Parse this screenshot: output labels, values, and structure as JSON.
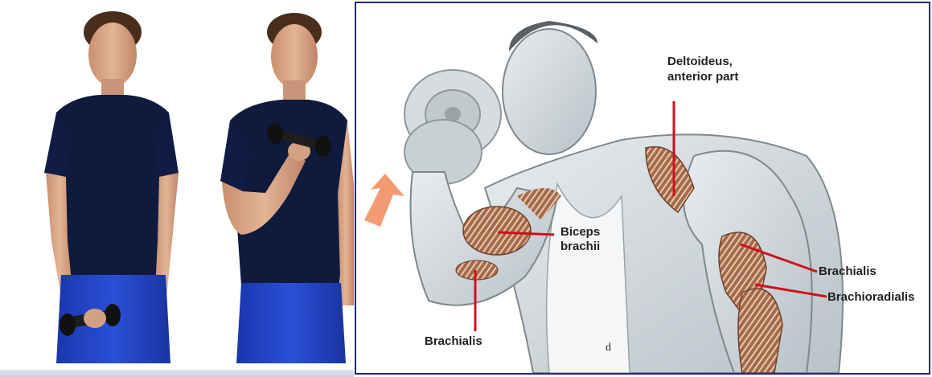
{
  "labels": {
    "deltoideus_line1": "Deltoideus,",
    "deltoideus_line2": "anterior part",
    "biceps_line1": "Biceps",
    "biceps_line2": "brachii",
    "brachialis_left": "Brachialis",
    "brachialis_right": "Brachialis",
    "brachioradialis": "Brachioradialis",
    "letter_d": "d"
  },
  "colors": {
    "shirt": "#0f1a3c",
    "shorts": "#1e3fc0",
    "skin": "#d9a98a",
    "muscle": "#a66a4a",
    "label_line": "#d0101c",
    "arrow": "#f08a5a",
    "frame": "#1c2a80"
  }
}
